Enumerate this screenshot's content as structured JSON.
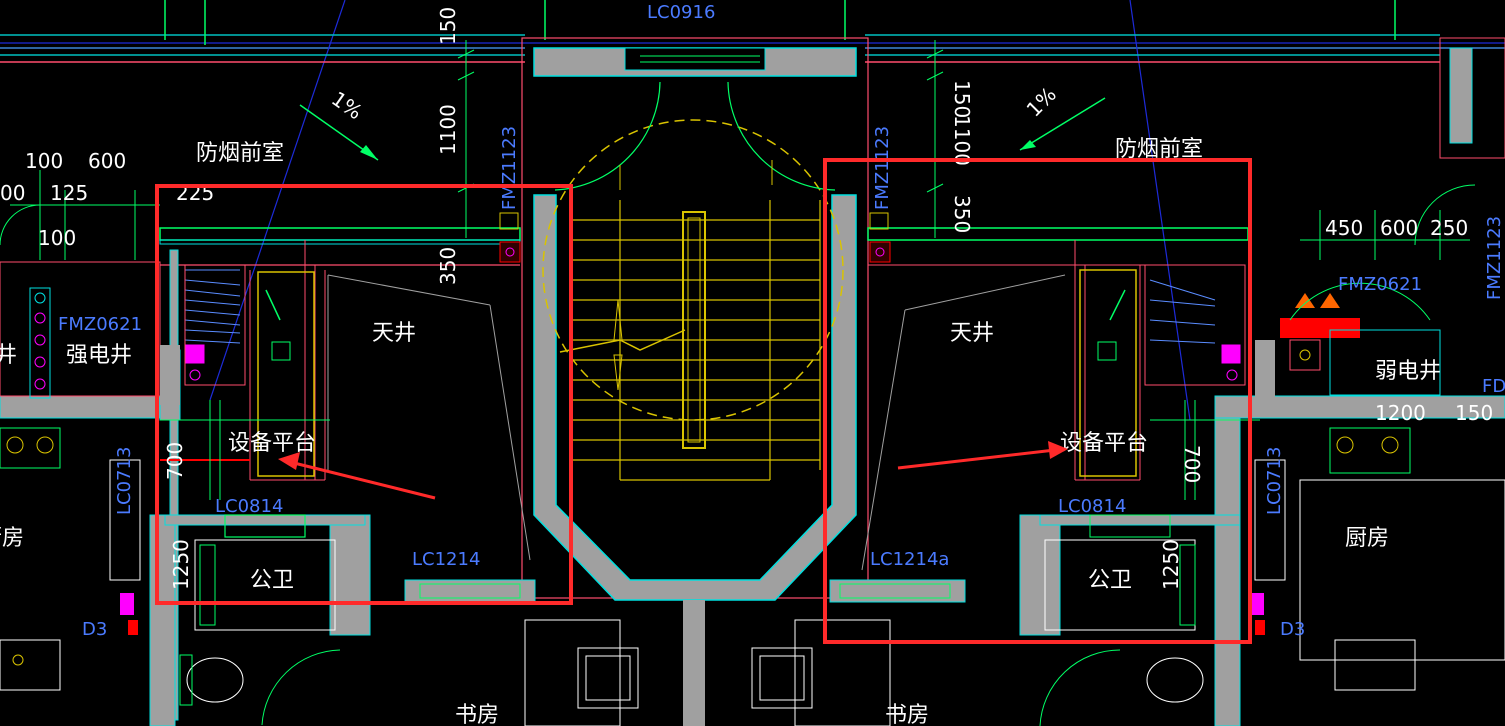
{
  "drawing": {
    "title_top": "LC0916",
    "labels": {
      "smoke_front_left": "防烟前室",
      "smoke_front_right": "防烟前室",
      "light_well_left": "天井",
      "light_well_right": "天井",
      "equipment_platform_left": "设备平台",
      "equipment_platform_right": "设备平台",
      "strong_electric_shaft": "强电井",
      "weak_electric_shaft": "弱电井",
      "kitchen_left": "厨房",
      "kitchen_right": "厨房",
      "public_toilet_left": "公卫",
      "public_toilet_right": "公卫",
      "study_left": "书房",
      "study_right": "书房",
      "shaft_left_cut": "井"
    },
    "codes": {
      "fmz0621_left": "FMZ0621",
      "fmz0621_right": "FMZ0621",
      "fmz1123_left": "FMZ1123",
      "fmz1123_right": "FMZ1123",
      "fmz1123_far_right": "FMZ1123",
      "lc0814_left": "LC0814",
      "lc0814_right": "LC0814",
      "lc1214_left": "LC1214",
      "lc1214_right": "LC1214a",
      "lc0713_left": "LC0713",
      "lc0713_right": "LC0713",
      "d3_left": "D3",
      "d3_right": "D3",
      "fd_right": "FD"
    },
    "dimensions": {
      "d150_left": "150",
      "d1100_left": "1100",
      "d350_left": "350",
      "d150_right": "150",
      "d1100_right": "1100",
      "d350_right": "350",
      "d100": "100",
      "d600": "600",
      "d125": "125",
      "d00": "00",
      "d100b": "100",
      "d225": "225",
      "d700_left": "700",
      "d700_right": "700",
      "d1250_left": "1250",
      "d1250_right": "1250",
      "d450": "450",
      "d600r": "600",
      "d250": "250",
      "d1200": "1200",
      "d150r2": "150"
    },
    "slopes": {
      "left": "1%",
      "right": "1%"
    },
    "highlight_color": "#ff2a2a"
  }
}
